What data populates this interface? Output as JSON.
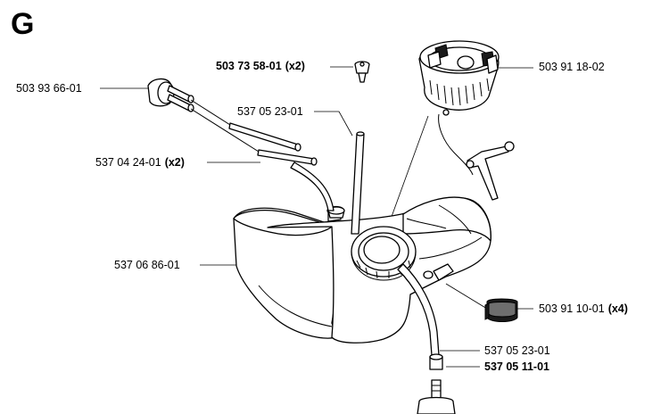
{
  "section": {
    "letter": "G"
  },
  "labels": [
    {
      "id": "p1",
      "number": "503 73 58-01",
      "qty": "(x2)",
      "bold": true
    },
    {
      "id": "p2",
      "number": "503 91 18-02",
      "qty": "",
      "bold": false
    },
    {
      "id": "p3",
      "number": "503 93 66-01",
      "qty": "",
      "bold": false
    },
    {
      "id": "p4",
      "number": "537 05 23-01",
      "qty": "",
      "bold": false
    },
    {
      "id": "p5",
      "number": "537 04 24-01",
      "qty": "(x2)",
      "bold": false
    },
    {
      "id": "p6",
      "number": "537 06 86-01",
      "qty": "",
      "bold": false
    },
    {
      "id": "p7",
      "number": "503 91 10-01",
      "qty": "(x4)",
      "bold": false
    },
    {
      "id": "p8",
      "number": "537 05 23-01",
      "qty": "",
      "bold": false
    },
    {
      "id": "p9",
      "number": "537 05 11-01",
      "qty": "",
      "bold": true
    }
  ]
}
